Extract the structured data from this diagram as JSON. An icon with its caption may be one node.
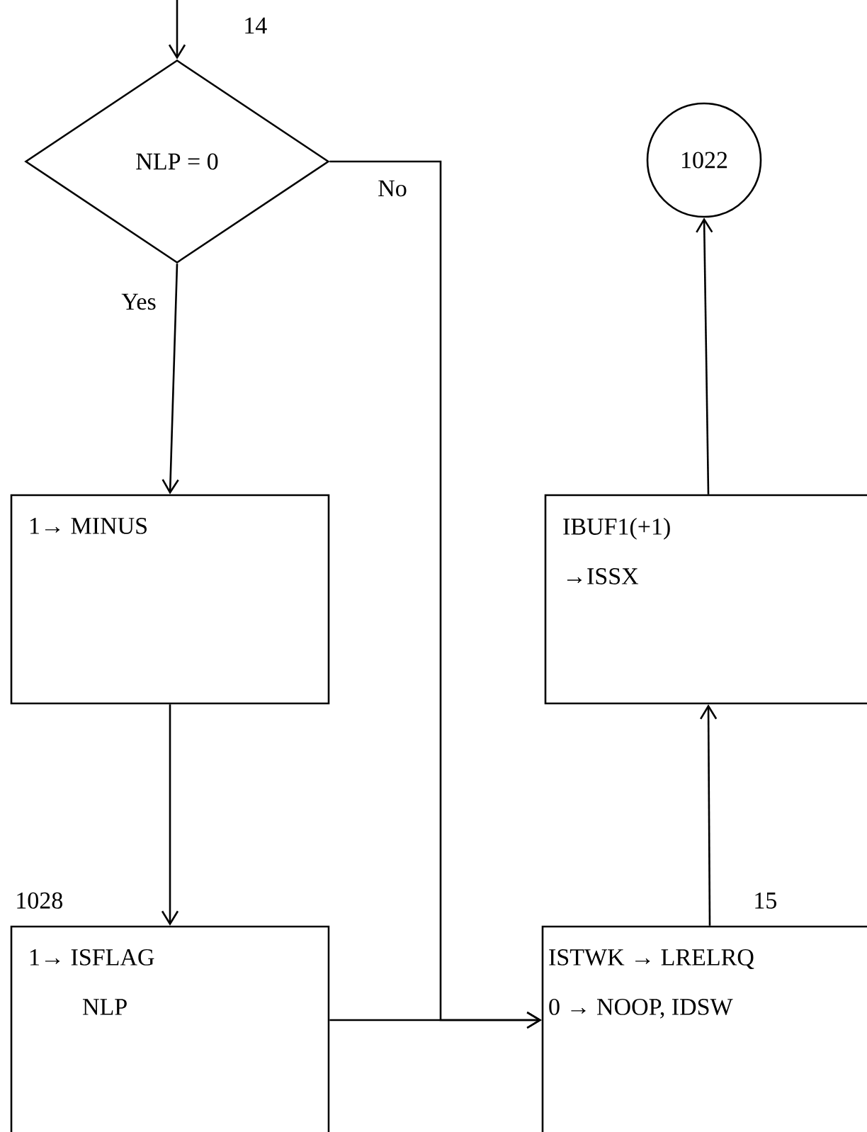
{
  "diagram": {
    "nodes": [
      {
        "text": [
          "NLP = 0"
        ],
        "beside": [
          "14"
        ]
      },
      {
        "text": [
          "1022"
        ]
      },
      {
        "text": [
          "1→ MINUS"
        ]
      },
      {
        "text": [
          "IBUF1(+1)",
          "→ISSX"
        ]
      },
      {
        "text": [
          "1→ ISFLAG",
          "NLP"
        ],
        "beside": [
          "1028"
        ]
      },
      {
        "text": [
          "ISTWK → LRELRQ",
          "0 → NOOP, IDSW"
        ],
        "beside": [
          "15"
        ]
      }
    ],
    "edges": [
      {
        "from": null,
        "to": 0,
        "arrow": "to"
      },
      {
        "from": 0,
        "to": 2,
        "arrow": "to",
        "label": "Yes"
      },
      {
        "from": 0,
        "to": 5,
        "arrow": "to",
        "label": "No"
      },
      {
        "from": 2,
        "to": 4,
        "arrow": "to"
      },
      {
        "from": 4,
        "to": 5,
        "arrow": "to"
      },
      {
        "from": 5,
        "to": 3,
        "arrow": "to"
      },
      {
        "from": 3,
        "to": 1,
        "arrow": "to"
      }
    ]
  }
}
